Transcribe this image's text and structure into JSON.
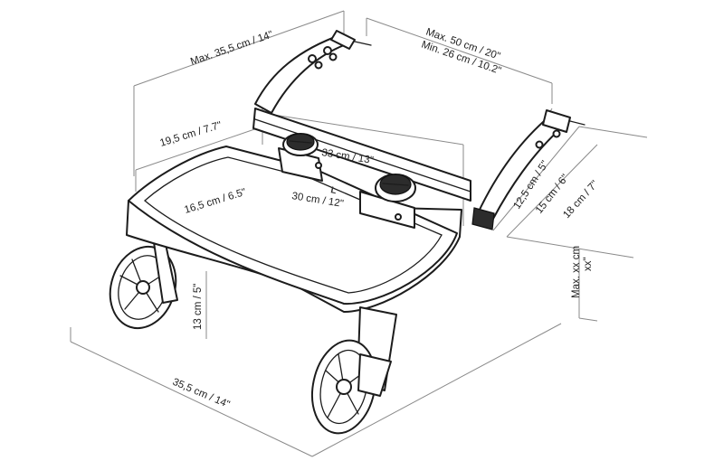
{
  "brand": "L",
  "dimensions": {
    "top_width": "Max. 35,5 cm / 14\"",
    "bar_max": "Max. 50 cm / 20\"",
    "bar_min": "Min. 26 cm / 10.2\"",
    "board_depth": "19,5 cm / 7.7\"",
    "connector_spacing": "33 cm / 13\"",
    "board_inner_depth": "16,5 cm / 6.5\"",
    "board_inner_width": "30 cm / 12\"",
    "arm_12": "12,5 cm / 5\"",
    "arm_15": "15 cm / 6\"",
    "arm_18": "18 cm / 7\"",
    "max_height_a": "Max. xx cm",
    "max_height_b": "xx\"",
    "wheel_height": "13 cm / 5\"",
    "base_width": "35,5 cm / 14\""
  }
}
